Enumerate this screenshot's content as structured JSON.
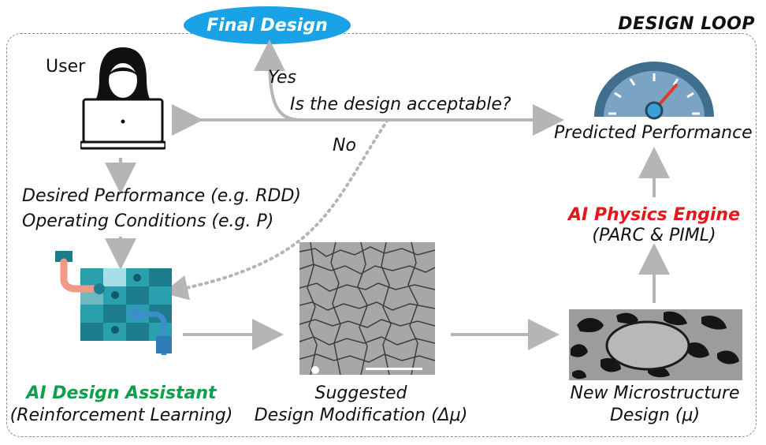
{
  "loop_label": "DESIGN LOOP",
  "final_design": "Final Design",
  "user_label": "User",
  "yes_label": "Yes",
  "no_label": "No",
  "question": "Is the design acceptable?",
  "predicted_performance": "Predicted Performance",
  "desired_performance": "Desired Performance (e.g. RDD)",
  "operating_conditions": "Operating Conditions (e.g. P)",
  "engine_title": "AI Physics Engine",
  "engine_subtitle": "(PARC & PIML)",
  "assistant_title": "AI Design Assistant",
  "assistant_subtitle": "(Reinforcement Learning)",
  "suggested_line1": "Suggested",
  "suggested_line2": "Design Modification (Δμ)",
  "new_micro_line1": "New Microstructure",
  "new_micro_line2": "Design (μ)",
  "colors": {
    "pill": "#1aa2e6",
    "assistant": "#0aa14a",
    "engine": "#e8151b",
    "arrow": "#b5b5b5"
  },
  "icons": [
    "user-at-laptop-icon",
    "gauge-icon",
    "robot-arm-chessboard-icon"
  ]
}
